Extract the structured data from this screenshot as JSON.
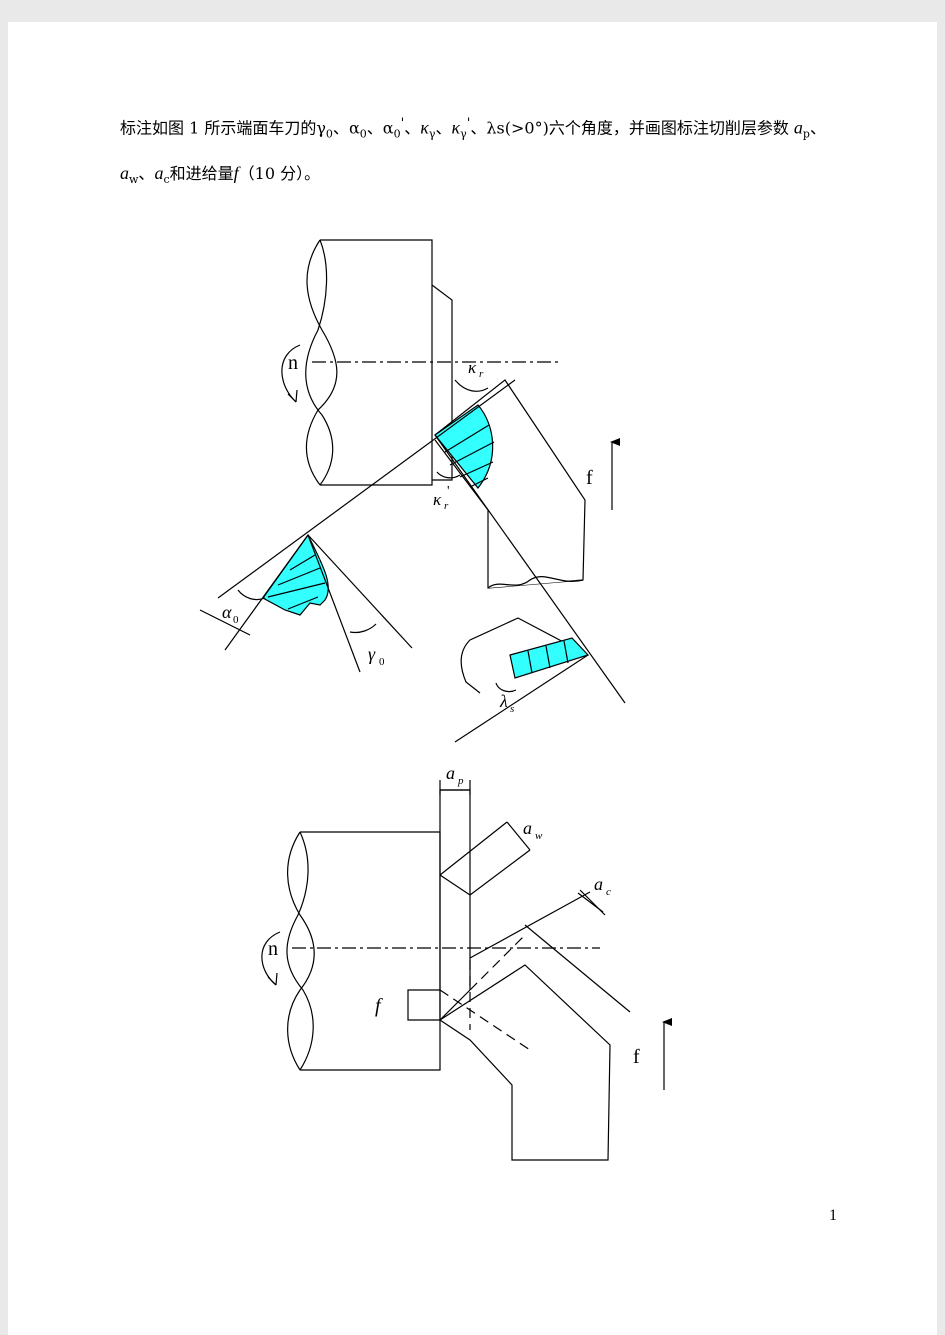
{
  "question": {
    "prefix": "标注如图 1 所示端面车刀的",
    "gamma0": "γ",
    "sub0": "0",
    "sep": "、",
    "alpha0": "α",
    "alpha0p": "α",
    "sub0b": "0",
    "sub0c": "0",
    "prime": "'",
    "kappa": "κ",
    "kappa_sub": "γ",
    "kappa2": "κ",
    "kappa2_sub": "γ",
    "lambda": "λs(>0°)",
    "mid": "六个角度，并画图标注切削层参数 ",
    "ap": "a",
    "ap_sub": "p",
    "aw": "a",
    "aw_sub": "w",
    "ac": "a",
    "ac_sub": "c",
    "tail": "和进给量",
    "f": "f",
    "score": "（10 分）。"
  },
  "figure1": {
    "n_label": "n",
    "f_label": "f",
    "kr_label": "κ",
    "kr_sub": "r",
    "krp_label": "κ",
    "krp_sub": "r",
    "krp_prime": "'",
    "alpha_label": "α",
    "alpha_sub": "0",
    "gamma_label": "γ",
    "gamma_sub": "0",
    "lambda_label": "λ",
    "lambda_sub": "s",
    "accent_color": "#33ffff"
  },
  "figure2": {
    "n_label": "n",
    "f_label": "f",
    "feed_label": "f",
    "ap_label": "a",
    "ap_sub": "p",
    "aw_label": "a",
    "aw_sub": "w",
    "ac_label": "a",
    "ac_sub": "c"
  },
  "page_number": "1"
}
